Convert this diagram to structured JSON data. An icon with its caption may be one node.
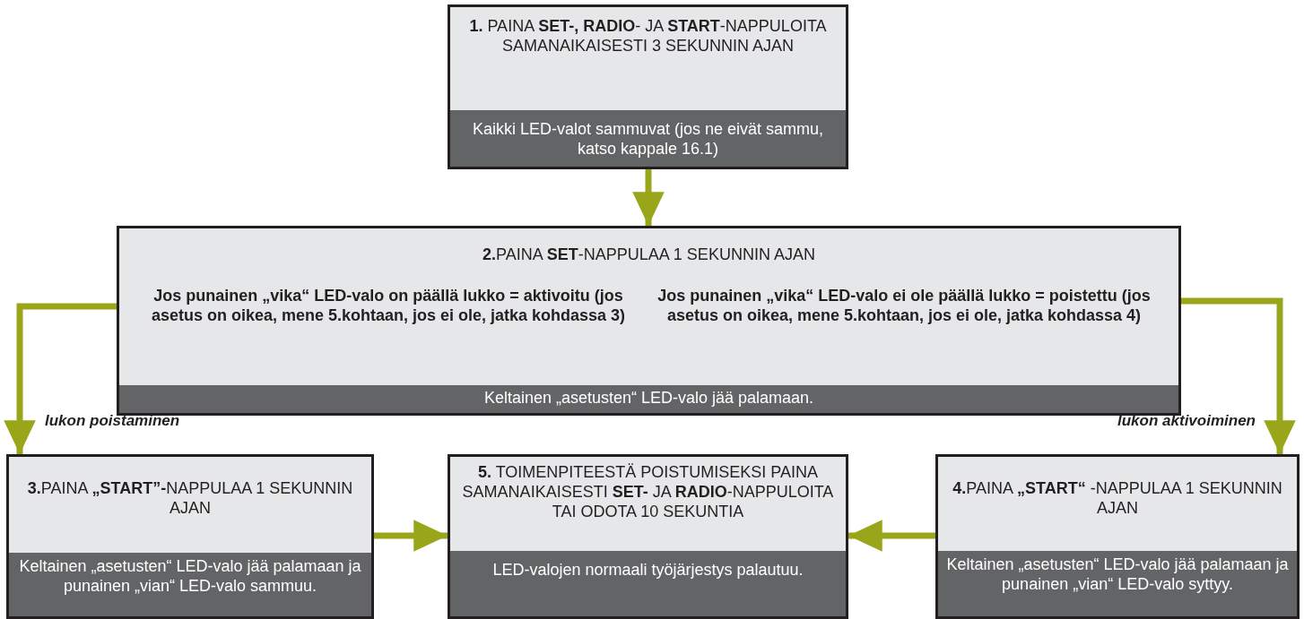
{
  "diagram": {
    "nodes": [
      {
        "text": [
          "**1.** PAINA **SET-, RADIO**- JA **START**-NAPPULOITA SAMANAIKAISESTI 3 SEKUNNIN AJAN",
          "Kaikki LED-valot sammuvat (jos ne eivät sammu, katso kappale 16.1)"
        ]
      },
      {
        "text": [
          "**2.**PAINA **SET**-NAPPULAA 1 SEKUNNIN AJAN",
          "Jos punainen „vika“ LED-valo on päällä lukko = aktivoitu (jos asetus on oikea, mene 5.kohtaan, jos ei ole, jatka kohdassa 3)",
          "Jos punainen „vika“ LED-valo ei ole päällä lukko = poistettu (jos asetus on oikea, mene 5.kohtaan, jos ei ole, jatka kohdassa 4)",
          "Keltainen „asetusten“ LED-valo jää palamaan."
        ]
      },
      {
        "text": [
          "**3.**PAINA **„START”-**NAPPULAA 1 SEKUNNIN AJAN",
          "Keltainen „asetusten“ LED-valo jää palamaan ja punainen „vian“ LED-valo sammuu."
        ]
      },
      {
        "text": [
          "**5.** TOIMENPITEESTÄ POISTUMISEKSI PAINA SAMANAIKAISESTI **SET-** JA **RADIO**-NAPPULOITA TAI ODOTA 10 SEKUNTIA",
          "LED-valojen normaali työjärjestys palautuu."
        ]
      },
      {
        "text": [
          "**4.**PAINA **„START“** -NAPPULAA 1 SEKUNNIN AJAN",
          "Keltainen „asetusten“ LED-valo jää palamaan ja punainen „vian“ LED-valo syttyy."
        ]
      }
    ],
    "edges": [
      {
        "from": 0,
        "to": 1,
        "arrow": "to"
      },
      {
        "from": 1,
        "to": 2,
        "arrow": "to",
        "label": "lukon poistaminen"
      },
      {
        "from": 1,
        "to": 4,
        "arrow": "to",
        "label": "lukon aktivoiminen"
      },
      {
        "from": 2,
        "to": 3,
        "arrow": "to"
      },
      {
        "from": 4,
        "to": 3,
        "arrow": "to"
      }
    ]
  }
}
